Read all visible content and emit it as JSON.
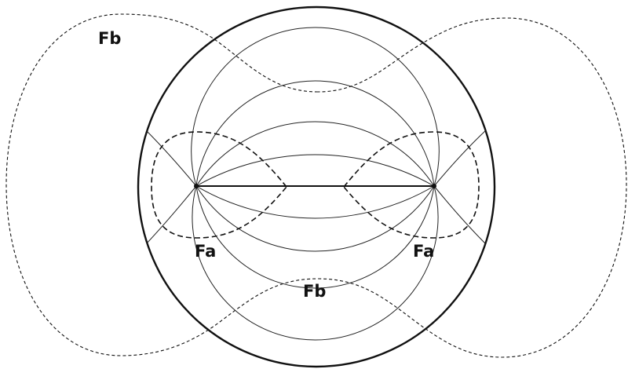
{
  "diagram": {
    "labels": {
      "fb_top_left": "Fb",
      "fa_left": "Fa",
      "fa_right": "Fa",
      "fb_bottom": "Fb"
    },
    "colors": {
      "ink": "#111111",
      "background": "#ffffff"
    }
  }
}
